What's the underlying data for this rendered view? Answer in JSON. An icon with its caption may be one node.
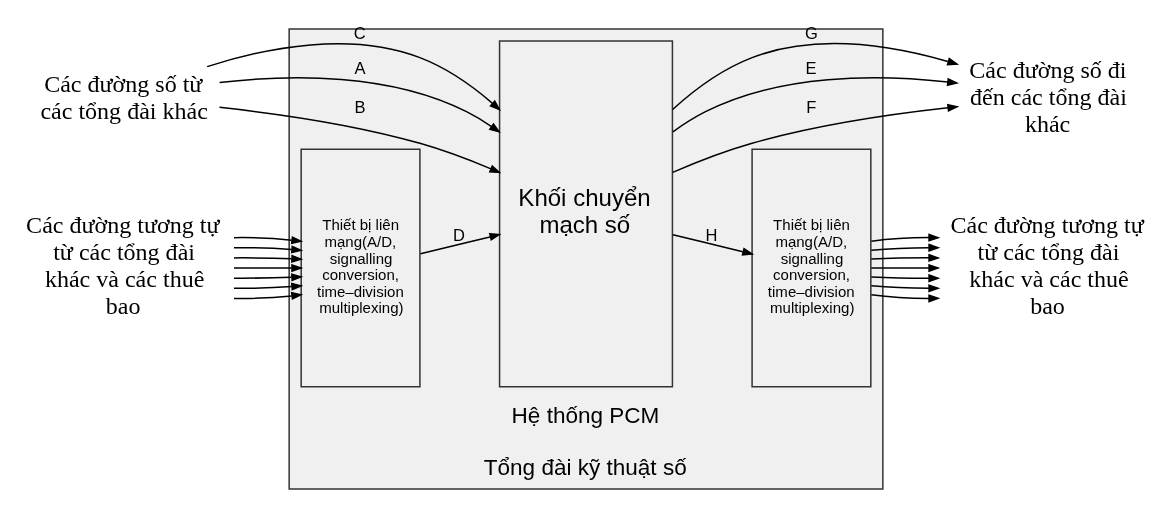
{
  "diagram": {
    "nodes": [
      {
        "text": [
          "Hệ thống PCM",
          "Tổng đài kỹ thuật số"
        ]
      },
      {
        "text": [
          "Khối chuyển mạch số"
        ],
        "in": 0
      },
      {
        "text": [
          "Thiết bị liên mạng(A/D, signalling conversion, time–division multiplexing)"
        ],
        "in": 0
      },
      {
        "text": [
          "Thiết bị liên mạng(A/D, signalling conversion, time–division multiplexing)"
        ],
        "in": 0
      },
      {
        "text": [
          "Các đường số từ các tổng đài khác"
        ]
      },
      {
        "text": [
          "Các đường số đi đến các tổng đài khác"
        ]
      },
      {
        "text": [
          "Các đường tương tự từ các tổng đài khác và các thuê bao"
        ]
      },
      {
        "text": [
          "Các đường tương tự từ các tổng đài khác và các thuê bao"
        ]
      }
    ],
    "edges": [
      {
        "from": 4,
        "to": 1,
        "arrow": "to",
        "label": "A"
      },
      {
        "from": 4,
        "to": 1,
        "arrow": "to",
        "label": "B"
      },
      {
        "from": 4,
        "to": 1,
        "arrow": "to",
        "label": "C"
      },
      {
        "from": 1,
        "to": 5,
        "arrow": "to",
        "label": "E"
      },
      {
        "from": 1,
        "to": 5,
        "arrow": "to",
        "label": "F"
      },
      {
        "from": 1,
        "to": 5,
        "arrow": "to",
        "label": "G"
      },
      {
        "from": 6,
        "to": 2,
        "arrow": "to"
      },
      {
        "from": 6,
        "to": 2,
        "arrow": "to"
      },
      {
        "from": 6,
        "to": 2,
        "arrow": "to"
      },
      {
        "from": 6,
        "to": 2,
        "arrow": "to"
      },
      {
        "from": 6,
        "to": 2,
        "arrow": "to"
      },
      {
        "from": 6,
        "to": 2,
        "arrow": "to"
      },
      {
        "from": 6,
        "to": 2,
        "arrow": "to"
      },
      {
        "from": 2,
        "to": 1,
        "arrow": "to",
        "label": "D"
      },
      {
        "from": 1,
        "to": 3,
        "arrow": "to",
        "label": "H"
      },
      {
        "from": 3,
        "to": 7,
        "arrow": "to"
      },
      {
        "from": 3,
        "to": 7,
        "arrow": "to"
      },
      {
        "from": 3,
        "to": 7,
        "arrow": "to"
      },
      {
        "from": 3,
        "to": 7,
        "arrow": "to"
      },
      {
        "from": 3,
        "to": 7,
        "arrow": "to"
      },
      {
        "from": 3,
        "to": 7,
        "arrow": "to"
      },
      {
        "from": 3,
        "to": 7,
        "arrow": "to"
      }
    ]
  }
}
